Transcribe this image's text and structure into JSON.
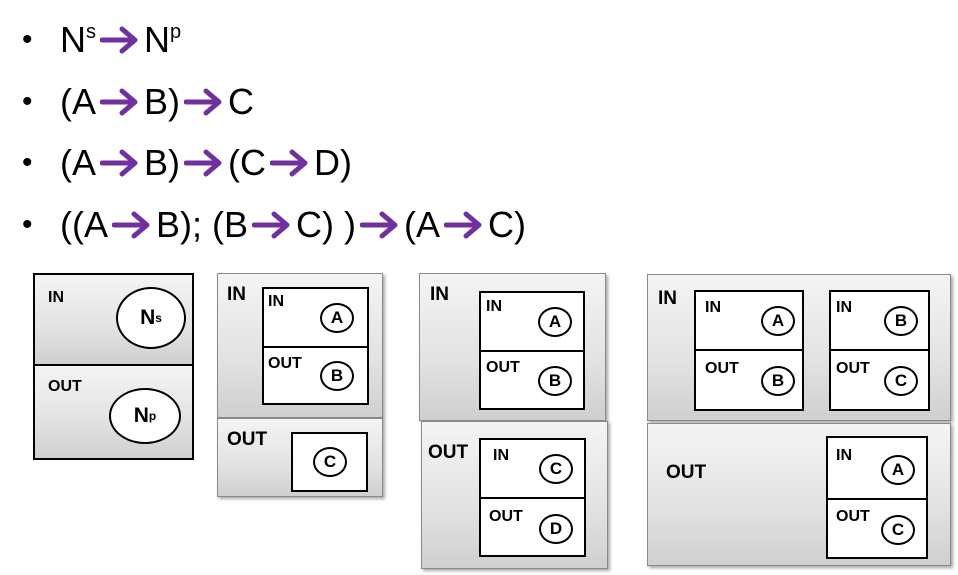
{
  "arrow_color": "#7030a0",
  "bullets": [
    {
      "tokens": [
        "N",
        "s",
        "→",
        "N",
        "p"
      ]
    },
    {
      "tokens": [
        "(A",
        "→",
        "B)",
        "→",
        "C"
      ]
    },
    {
      "tokens": [
        "(A",
        "→",
        "B)",
        "→",
        "(C",
        "→",
        "D)"
      ]
    },
    {
      "tokens": [
        "((A",
        "→",
        "B);",
        "(B",
        "→",
        "C)",
        ")",
        "→",
        "(A",
        "→",
        "C)"
      ]
    }
  ],
  "bullet_text": {
    "b1": {
      "n1": "N",
      "s": "s",
      "n2": "N",
      "p": "p"
    },
    "b2": {
      "t1": "(A",
      "t2": "B)",
      "t3": "C"
    },
    "b3": {
      "t1": "(A",
      "t2": "B)",
      "t3": "(C",
      "t4": "D)"
    },
    "b4": {
      "t1": "((A",
      "t2": "B);",
      "t3": "(B",
      "t4": "C)",
      "t5": ")",
      "t6": "(A",
      "t7": "C)"
    }
  },
  "diagrams": {
    "d1": {
      "in_label": "IN",
      "in_node": "N",
      "in_sup": "s",
      "out_label": "OUT",
      "out_node": "N",
      "out_sup": "p"
    },
    "d2": {
      "in_label": "IN",
      "inner_in": "IN",
      "inner_in_node": "A",
      "inner_out": "OUT",
      "inner_out_node": "B",
      "out_label": "OUT",
      "out_node": "C"
    },
    "d3": {
      "in_label": "IN",
      "in_box_in": "IN",
      "in_box_in_node": "A",
      "in_box_out": "OUT",
      "in_box_out_node": "B",
      "out_label": "OUT",
      "out_box_in": "IN",
      "out_box_in_node": "C",
      "out_box_out": "OUT",
      "out_box_out_node": "D"
    },
    "d4": {
      "in_label": "IN",
      "box1_in": "IN",
      "box1_in_node": "A",
      "box1_out": "OUT",
      "box1_out_node": "B",
      "box2_in": "IN",
      "box2_in_node": "B",
      "box2_out": "OUT",
      "box2_out_node": "C",
      "out_label": "OUT",
      "out_box_in": "IN",
      "out_box_in_node": "A",
      "out_box_out": "OUT",
      "out_box_out_node": "C"
    }
  }
}
